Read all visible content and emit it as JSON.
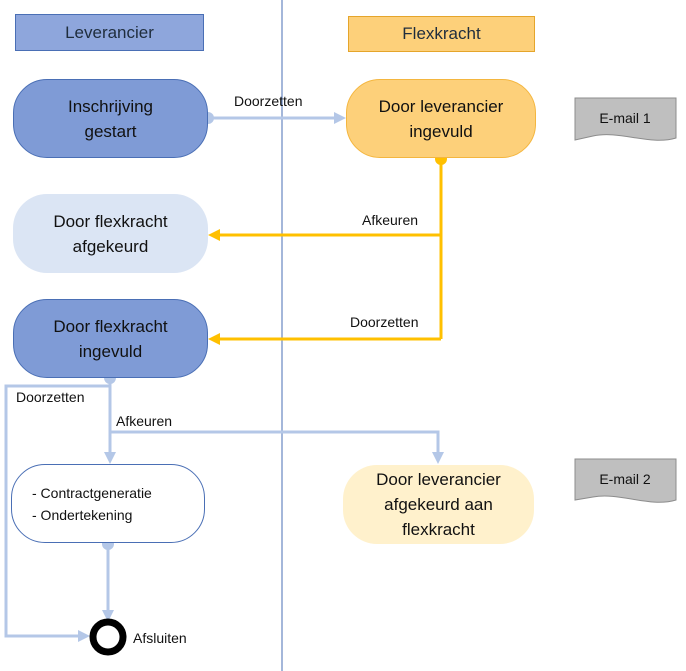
{
  "lanes": {
    "left": "Leverancier",
    "right": "Flexkracht"
  },
  "nodes": {
    "inschrijving_gestart": "Inschrijving\ngestart",
    "door_leverancier_ingevuld": "Door leverancier\ningevuld",
    "door_flexkracht_afgekeurd": "Door flexkracht\nafgekeurd",
    "door_flexkracht_ingevuld": "Door flexkracht\ningevuld",
    "contract_steps": [
      "- Contractgeneratie",
      "- Ondertekening"
    ],
    "door_leverancier_afgekeurd": "Door leverancier\nafgekeurd aan\nflexkracht",
    "afsluiten": "Afsluiten"
  },
  "edges": {
    "doorzetten_1": "Doorzetten",
    "afkeuren_1": "Afkeuren",
    "doorzetten_2": "Doorzetten",
    "doorzetten_3": "Doorzetten",
    "afkeuren_2": "Afkeuren"
  },
  "documents": {
    "email_1": "E-mail 1",
    "email_2": "E-mail 2"
  },
  "colors": {
    "blue_flow": "#b4c7e7",
    "orange_flow": "#ffc000",
    "blue_node": "#7f9bd6",
    "orange_node": "#fdd07a",
    "doc_gray": "#bfbfbf"
  }
}
